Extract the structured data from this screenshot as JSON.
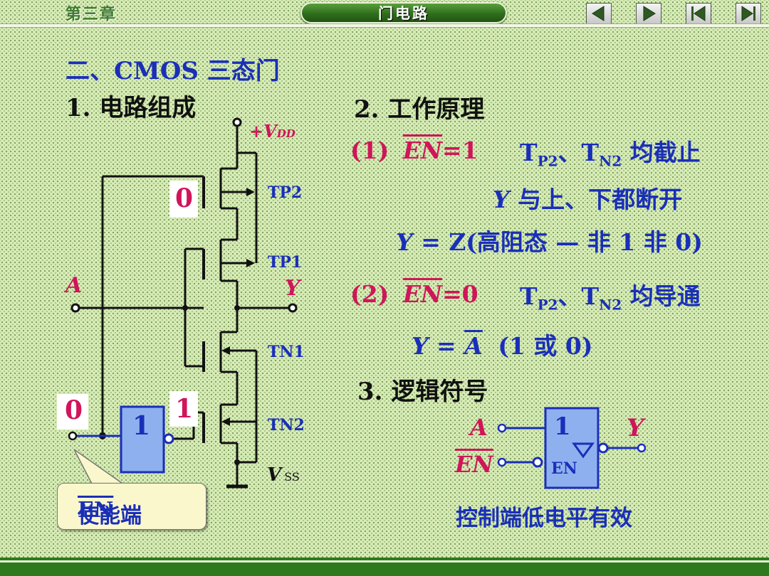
{
  "header": {
    "chapter": "第三章",
    "title": "门电路",
    "nav": [
      "prev-icon",
      "next-icon",
      "first-icon",
      "last-icon"
    ]
  },
  "section_title": "二、CMOS 三态门",
  "circuit": {
    "heading_num": "1.",
    "heading": "电路组成",
    "vdd_label": "+V",
    "vdd_sub": "DD",
    "vss_label": "V",
    "vss_sub": "SS",
    "tp2": "TP2",
    "tp1": "TP1",
    "tn1": "TN1",
    "tn2": "TN2",
    "input_a": "A",
    "output_y": "Y",
    "gate_tp2_level": "0",
    "gate_tn2_level": "1",
    "en_level": "0",
    "inverter": "1",
    "callout": "使能端",
    "callout_en": "EN"
  },
  "principle": {
    "heading_num": "2.",
    "heading": "工作原理",
    "case1_tag": "(1)",
    "case1_en": "EN",
    "case1_eq": "=1",
    "case1_t1": "T",
    "case1_t1_sub": "P2",
    "case1_sep": "、",
    "case1_t2": "T",
    "case1_t2_sub": "N2",
    "case1_state": "均截止",
    "case1_line2_y": "Y",
    "case1_line2": "与上、下都断开",
    "case1_line3_y": "Y",
    "case1_line3": "= Z(高阻态 — 非 1 非 0)",
    "case2_tag": "(2)",
    "case2_en": "EN",
    "case2_eq": "=0",
    "case2_t1": "T",
    "case2_t1_sub": "P2",
    "case2_sep": "、",
    "case2_t2": "T",
    "case2_t2_sub": "N2",
    "case2_state": "均导通",
    "case2_line2_y": "Y",
    "case2_line2_eq": " = ",
    "case2_line2_a": "A",
    "case2_line2_rest": "(1 或 0)"
  },
  "symbol": {
    "heading_num": "3.",
    "heading": "逻辑符号",
    "input_a": "A",
    "input_en": "EN",
    "output_y": "Y",
    "box_label": "1",
    "box_en": "EN",
    "caption": "控制端低电平有效"
  },
  "colors": {
    "blue": "#1a2fb8",
    "red": "#d0155a",
    "wire": "#111111",
    "logic_wire": "#1a2fb8"
  }
}
